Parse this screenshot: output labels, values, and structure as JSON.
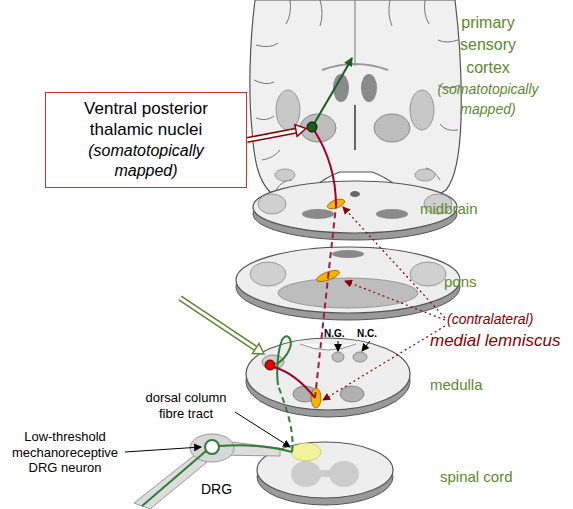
{
  "diagram": {
    "nodes": [
      {
        "text": [
          "Ventral posterior thalamic nuclei",
          "(somatotopically mapped)"
        ]
      }
    ],
    "labels": [
      "primary sensory cortex",
      "(somatotopically mapped)",
      "midbrain",
      "pons",
      "(contralateral)",
      "medial lemniscus",
      "N.G.",
      "N.C.",
      "medulla",
      "dorsal column fibre tract",
      "Low-threshold mechanoreceptive DRG neuron",
      "DRG",
      "spinal cord"
    ]
  }
}
